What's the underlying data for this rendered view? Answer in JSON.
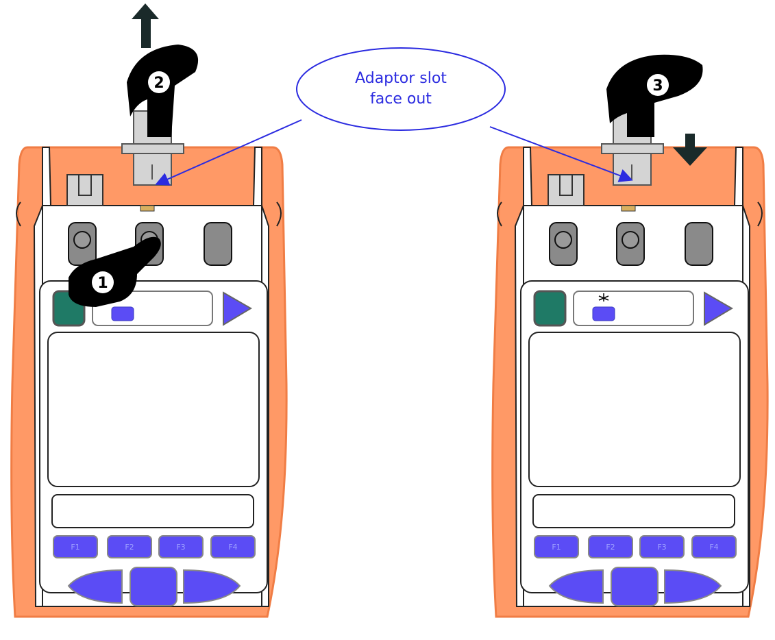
{
  "callout": {
    "line1": "Adaptor slot",
    "line2": "face out"
  },
  "steps": [
    "1",
    "2",
    "3"
  ],
  "device_left": {
    "fkeys": [
      "F1",
      "F2",
      "F3",
      "F4"
    ]
  },
  "device_right": {
    "fkeys": [
      "F1",
      "F2",
      "F3",
      "F4"
    ]
  },
  "colors": {
    "housing": "#ff9966",
    "key_blue": "#5b4cf5",
    "power_green": "#1f7a66",
    "callout_text": "#2b2be0",
    "arrow_dark": "#1a2a2a",
    "adaptor_gray": "#d4d4d4"
  }
}
